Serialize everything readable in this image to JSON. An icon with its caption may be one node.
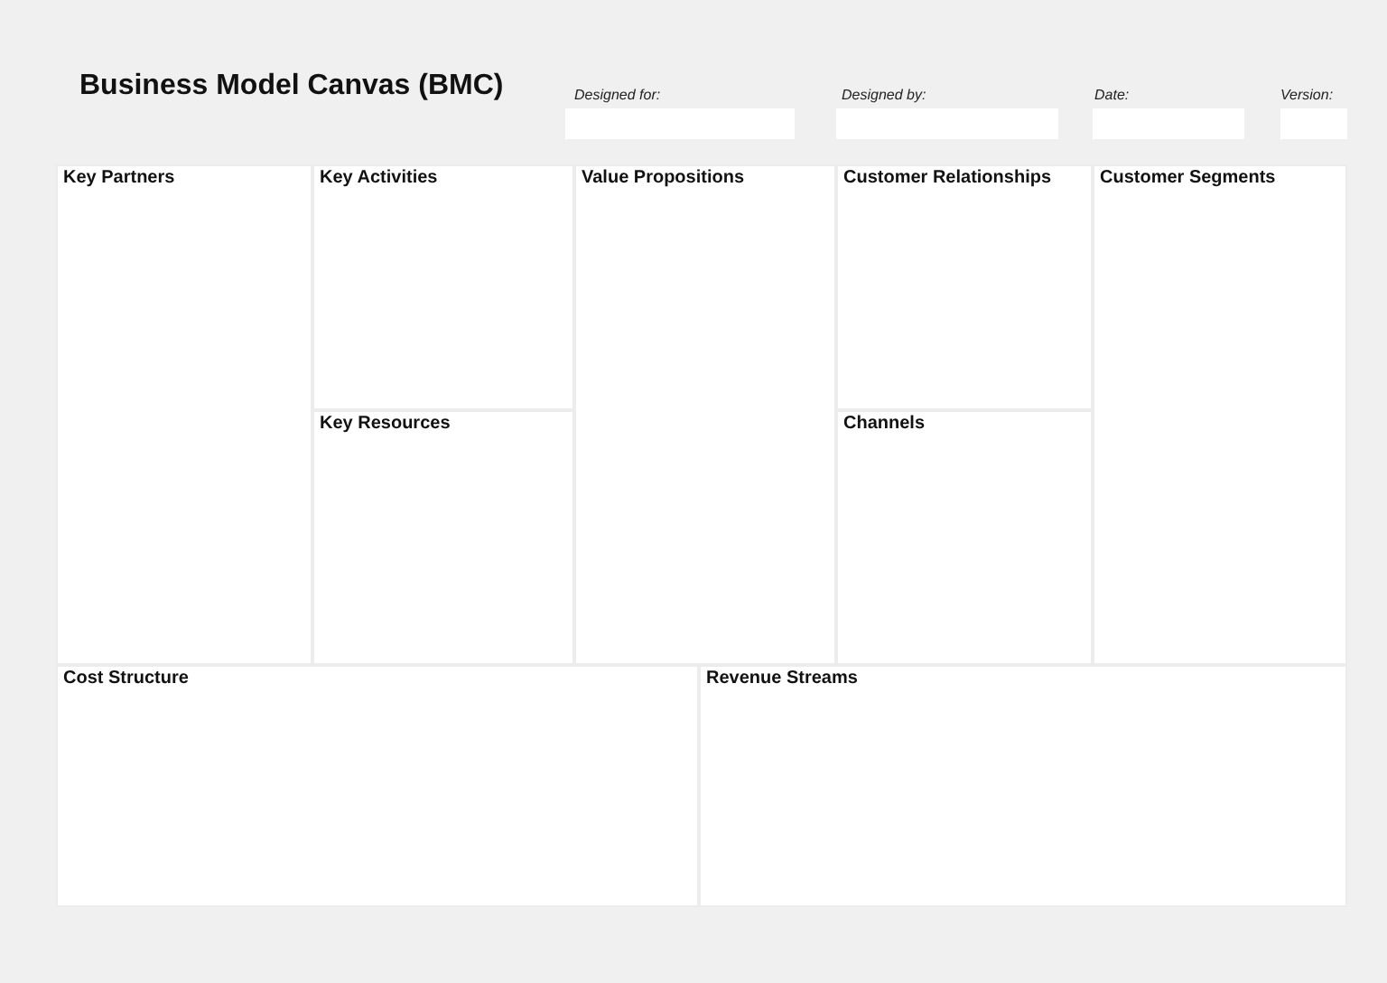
{
  "diagram": {
    "title": "Business Model Canvas (BMC)",
    "nodes": [
      {
        "text": [
          "Key Partners"
        ]
      },
      {
        "text": [
          "Key Activities"
        ]
      },
      {
        "text": [
          "Value Propositions"
        ]
      },
      {
        "text": [
          "Customer Relationships"
        ]
      },
      {
        "text": [
          "Customer Segments"
        ]
      },
      {
        "text": [
          "Key Resources"
        ]
      },
      {
        "text": [
          "Channels"
        ]
      },
      {
        "text": [
          "Cost Structure"
        ]
      },
      {
        "text": [
          "Revenue Streams"
        ]
      }
    ],
    "labels": [
      "Designed for:",
      "Designed by:",
      "Date:",
      "Version:"
    ]
  }
}
